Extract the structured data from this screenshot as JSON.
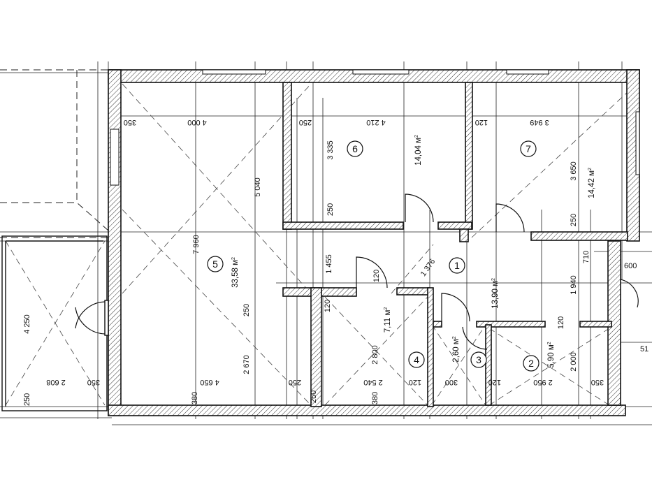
{
  "rooms": [
    {
      "id": "room-5",
      "number": "5",
      "area": "33,58 м",
      "sup": "2"
    },
    {
      "id": "room-6",
      "number": "6",
      "area": "14,04 м",
      "sup": "2"
    },
    {
      "id": "room-7",
      "number": "7",
      "area": "14,42 м",
      "sup": "2"
    },
    {
      "id": "room-1",
      "number": "1",
      "area": "13,90 м",
      "sup": "2"
    },
    {
      "id": "room-4",
      "number": "4",
      "area": "7,11 м",
      "sup": "2"
    },
    {
      "id": "room-3",
      "number": "3",
      "area": "2,60 м",
      "sup": "2"
    },
    {
      "id": "room-2",
      "number": "2",
      "area": "5,90 м",
      "sup": "2"
    }
  ],
  "dimensions": {
    "d350_top": "350",
    "d4000": "4 000",
    "d250_top": "250",
    "d4210": "4 210",
    "d120_top": "120",
    "d3949": "3 949",
    "d5040": "5 040",
    "d3335": "3 335",
    "d250_r6": "250",
    "d3650": "3 650",
    "d250_r7": "250",
    "d7960": "7 960",
    "d1455": "1 455",
    "d1376": "1 376",
    "d120_r4": "120",
    "d710": "710",
    "d1940": "1 940",
    "d600": "600",
    "d250_mid": "250",
    "d120_left4": "120",
    "d120_r2": "120",
    "d4250": "4 250",
    "d2800": "2 800",
    "d2000": "2 000",
    "d2670": "2 670",
    "d2608": "2 608",
    "d350_bl": "350",
    "d4650": "4 650",
    "d250_b1": "250",
    "d2540": "2 540",
    "d120_b": "120",
    "d300": "300",
    "d120_b2": "120",
    "d2950": "2 950",
    "d350_br": "350",
    "d250_left": "250",
    "d380_a": "380",
    "d380_b": "380",
    "d250_b2": "250",
    "d51": "51"
  }
}
